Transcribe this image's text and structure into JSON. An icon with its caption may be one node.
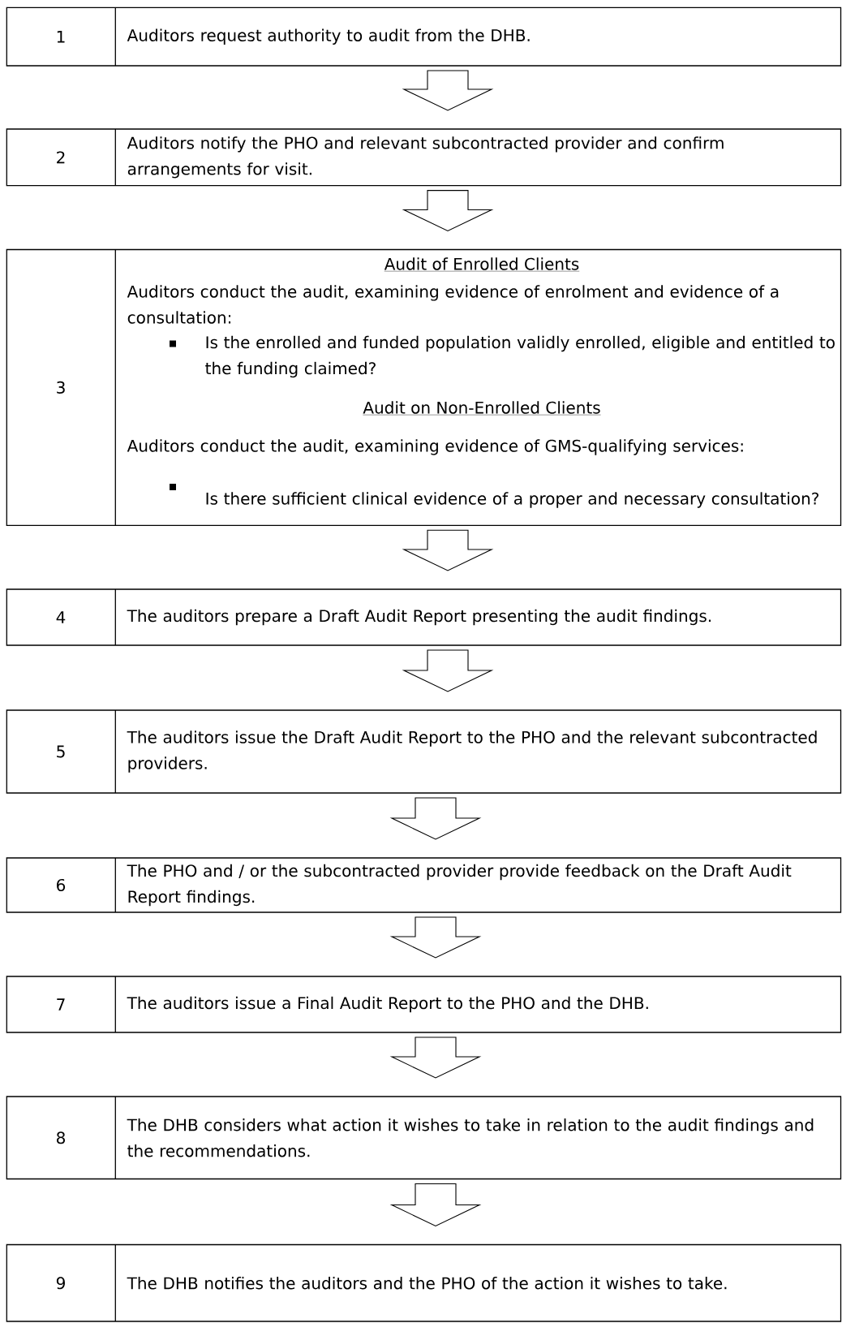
{
  "diagram": {
    "nodes": [
      {
        "text": [
          "1",
          "Auditors request authority to audit from the DHB."
        ]
      },
      {
        "text": [
          "2",
          "Auditors notify the PHO and relevant subcontracted provider and confirm arrangements for visit."
        ]
      },
      {
        "text": [
          "3",
          "Audit of Enrolled Clients",
          "Auditors conduct the audit, examining evidence of enrolment and evidence of a consultation:",
          "Is the enrolled and funded population validly enrolled, eligible and entitled to the funding claimed?",
          "Audit on Non-Enrolled Clients",
          "Auditors conduct the audit, examining evidence of GMS-qualifying services:",
          "Is there sufficient clinical evidence of a proper and necessary consultation?"
        ]
      },
      {
        "text": [
          "4",
          "The auditors prepare a Draft Audit Report presenting the audit findings."
        ]
      },
      {
        "text": [
          "5",
          "The auditors issue the Draft Audit Report to the PHO and the relevant subcontracted providers."
        ]
      },
      {
        "text": [
          "6",
          "The PHO and / or the subcontracted provider provide feedback on the Draft Audit Report findings."
        ]
      },
      {
        "text": [
          "7",
          "The auditors issue a Final Audit Report to the PHO and the DHB."
        ]
      },
      {
        "text": [
          "8",
          "The DHB considers what action it wishes to take in relation to the audit findings and the recommendations."
        ]
      },
      {
        "text": [
          "9",
          "The DHB notifies the auditors and the PHO of the action it wishes to take."
        ]
      }
    ],
    "edges": [
      {
        "from": 0,
        "to": 1,
        "arrow": "to"
      },
      {
        "from": 1,
        "to": 2,
        "arrow": "to"
      },
      {
        "from": 2,
        "to": 3,
        "arrow": "to"
      },
      {
        "from": 3,
        "to": 4,
        "arrow": "to"
      },
      {
        "from": 4,
        "to": 5,
        "arrow": "to"
      },
      {
        "from": 5,
        "to": 6,
        "arrow": "to"
      },
      {
        "from": 6,
        "to": 7,
        "arrow": "to"
      },
      {
        "from": 7,
        "to": 8,
        "arrow": "to"
      }
    ]
  }
}
